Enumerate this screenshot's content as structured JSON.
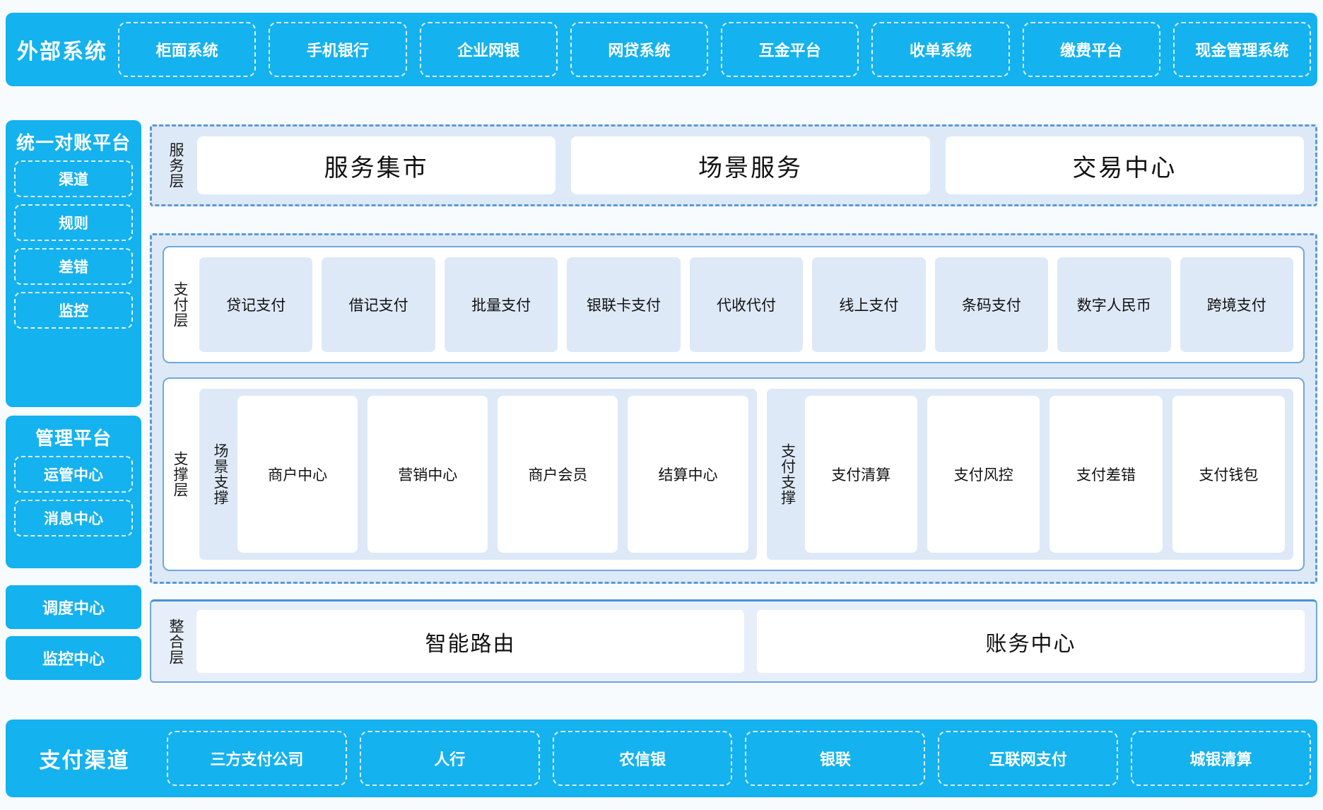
{
  "external_systems": {
    "title": "外部系统",
    "items": [
      "柜面系统",
      "手机银行",
      "企业网银",
      "网贷系统",
      "互金平台",
      "收单系统",
      "缴费平台",
      "现金管理系统"
    ]
  },
  "left_rail": {
    "reconciliation": {
      "title": "统一对账平台",
      "items": [
        "渠道",
        "规则",
        "差错",
        "监控"
      ]
    },
    "management": {
      "title": "管理平台",
      "items": [
        "运管中心",
        "消息中心"
      ]
    },
    "standalone": [
      "调度中心",
      "监控中心"
    ]
  },
  "service_layer": {
    "label": "服务层",
    "cards": [
      "服务集市",
      "场景服务",
      "交易中心"
    ]
  },
  "payment_layer": {
    "label": "支付层",
    "cards": [
      "贷记支付",
      "借记支付",
      "批量支付",
      "银联卡支付",
      "代收代付",
      "线上支付",
      "条码支付",
      "数字人民币",
      "跨境支付"
    ]
  },
  "support_layer": {
    "label": "支撑层",
    "groups": [
      {
        "label": "场景支撑",
        "cards": [
          "商户中心",
          "营销中心",
          "商户会员",
          "结算中心"
        ]
      },
      {
        "label": "支付支撑",
        "cards": [
          "支付清算",
          "支付风控",
          "支付差错",
          "支付钱包"
        ]
      }
    ]
  },
  "integration_layer": {
    "label": "整合层",
    "cards": [
      "智能路由",
      "账务中心"
    ]
  },
  "payment_channels": {
    "title": "支付渠道",
    "items": [
      "三方支付公司",
      "人行",
      "农信银",
      "银联",
      "互联网支付",
      "城银清算"
    ]
  },
  "colors": {
    "brand_blue": "#14b2ee",
    "dash_blue": "#5b9bd5",
    "panel_border": "#6fa8dc",
    "group_bg": "#dee9f7",
    "page_bg": "#f7fbfd"
  }
}
